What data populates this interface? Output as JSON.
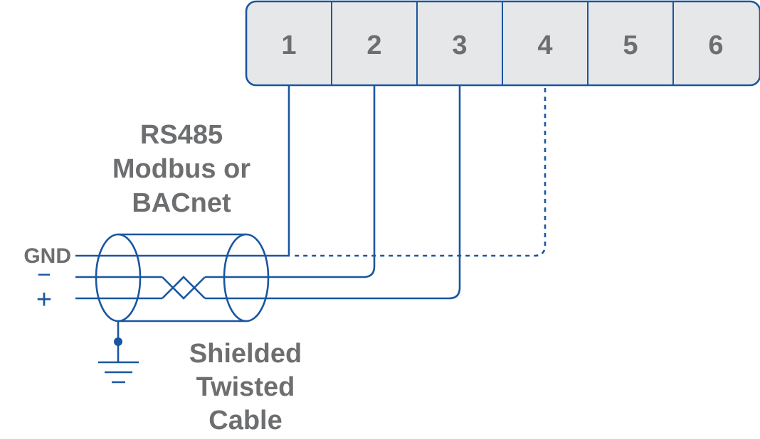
{
  "terminal_block": {
    "terminals": [
      "1",
      "2",
      "3",
      "4",
      "5",
      "6"
    ]
  },
  "protocol_label": [
    "RS485",
    "Modbus or",
    "BACnet"
  ],
  "cable_label": [
    "Shielded",
    "Twisted",
    "Cable"
  ],
  "signals": {
    "gnd": "GND",
    "minus": "−",
    "plus": "+"
  },
  "colors": {
    "wire": "#1a56a0",
    "terminal_fill": "#e6e7e8",
    "text": "#6d6e70"
  }
}
